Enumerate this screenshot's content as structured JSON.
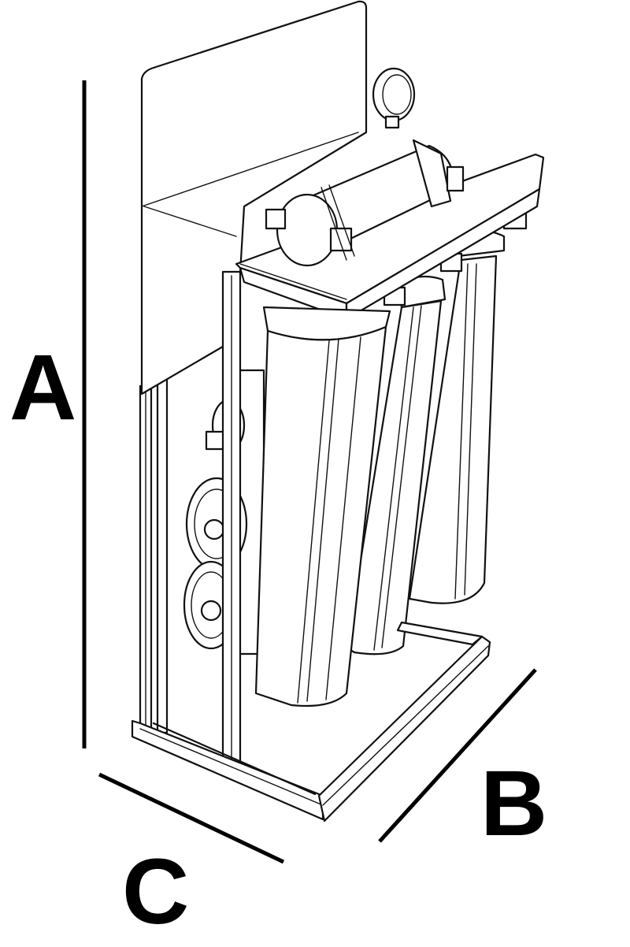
{
  "dimensions": [
    {
      "key": "height",
      "label": "A"
    },
    {
      "key": "width",
      "label": "B"
    },
    {
      "key": "depth",
      "label": "C"
    }
  ],
  "colors": {
    "line": "#111111",
    "background": "#ffffff"
  }
}
